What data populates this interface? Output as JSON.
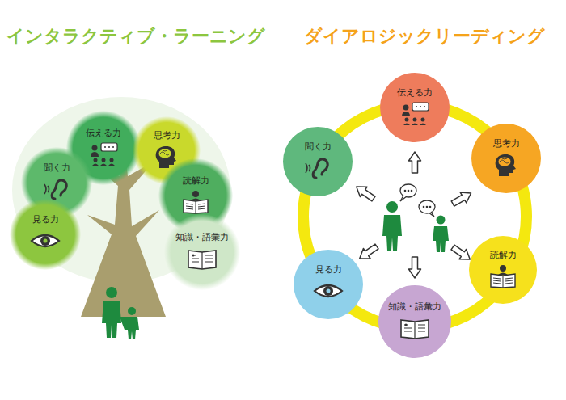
{
  "diagram": {
    "title": "インタラクティブ・ラーニング",
    "nodes": [
      {
        "text": [
          "伝える力"
        ]
      },
      {
        "text": [
          "思考力"
        ]
      },
      {
        "text": [
          "聞く力"
        ]
      },
      {
        "text": [
          "読解力"
        ]
      },
      {
        "text": [
          "見る力"
        ]
      },
      {
        "text": [
          "知識・語彙力"
        ]
      },
      {
        "text": [
          "伝える力"
        ]
      },
      {
        "text": [
          "思考力"
        ]
      },
      {
        "text": [
          "聞く力"
        ]
      },
      {
        "text": [
          "読解力"
        ]
      },
      {
        "text": [
          "見る力"
        ]
      },
      {
        "text": [
          "知識・語彙力"
        ]
      }
    ],
    "labels": [
      "ダイアロジックリーディング"
    ]
  }
}
